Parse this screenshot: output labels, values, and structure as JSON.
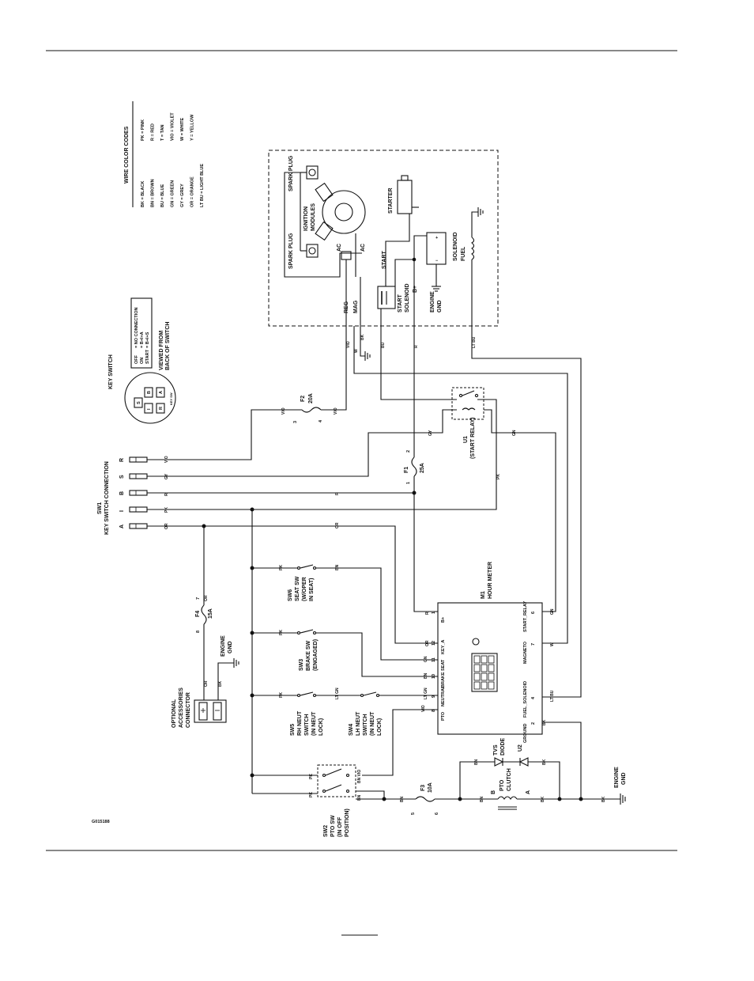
{
  "drawing_id": "G015188",
  "wire_color_codes": {
    "title": "WIRE COLOR CODES",
    "left": [
      "BK = BLACK",
      "BN = BROWN",
      "BU = BLUE",
      "GN = GREEN",
      "GY = GREY",
      "OR = ORANGE",
      "LT BU = LIGHT BLUE"
    ],
    "right": [
      "PK = PINK",
      "R = RED",
      "T = TAN",
      "VIO = VIOLET",
      "W = WHITE",
      "Y = YELLOW"
    ]
  },
  "key_switch": {
    "title": "KEY SWITCH",
    "viewed_from": [
      "VIEWED FROM",
      "BACK OF SWITCH"
    ],
    "positions": [
      {
        "pos": "OFF",
        "conn": "= NO CONNECTION"
      },
      {
        "pos": "ON",
        "conn": "= B+I+A"
      },
      {
        "pos": "START",
        "conn": "= B+I+S"
      }
    ],
    "terminals": [
      "S",
      "B",
      "R",
      "I",
      "A"
    ],
    "label": "KEY SW"
  },
  "sw1": {
    "title": "SW1",
    "subtitle": "KEY SWITCH CONNECTION",
    "pins": [
      {
        "letter": "R",
        "wire": "VIO"
      },
      {
        "letter": "S",
        "wire": "GY"
      },
      {
        "letter": "B",
        "wire": "R"
      },
      {
        "letter": "I",
        "wire": "PK"
      },
      {
        "letter": "A",
        "wire": "OR"
      }
    ]
  },
  "fuses": [
    {
      "id": "F1",
      "rating": "25A",
      "pin_a": "1",
      "pin_b": "2"
    },
    {
      "id": "F2",
      "rating": "20A",
      "pin_a": "3",
      "pin_b": "4"
    },
    {
      "id": "F3",
      "rating": "10A",
      "pin_a": "5",
      "pin_b": "6"
    },
    {
      "id": "F4",
      "rating": "15A",
      "pin_a": "8",
      "pin_b": "7"
    }
  ],
  "engine": {
    "spark_plug": "SPARK PLUG",
    "ignition_modules": [
      "IGNITION",
      "MODULES"
    ],
    "ac": "AC",
    "starter": "STARTER",
    "start": "START",
    "start_solenoid": [
      "START",
      "SOLENOID"
    ],
    "b_plus": "B+",
    "fuel_solenoid": [
      "FUEL",
      "SOLENOID"
    ],
    "engine_gnd": [
      "ENGINE",
      "GND"
    ],
    "reg": "REG",
    "mag": "MAG"
  },
  "start_relay": [
    "U1",
    "(START RELAY)"
  ],
  "hour_meter": {
    "title": [
      "M1",
      "HOUR METER"
    ],
    "left_pins": [
      {
        "pin": "B+",
        "num": "1"
      },
      {
        "pin": "KEY_A",
        "num": "12"
      },
      {
        "pin": "SEAT",
        "num": "11"
      },
      {
        "pin": "BRAKE",
        "num": "10"
      },
      {
        "pin": "NEUTRAL",
        "num": "9"
      },
      {
        "pin": "PTO",
        "num": "8"
      }
    ],
    "right_pins": [
      {
        "pin": "START_RELAY",
        "num": "6"
      },
      {
        "pin": "MAGNETO",
        "num": "7"
      },
      {
        "pin": "FUEL_SOLENOID",
        "num": "4"
      },
      {
        "pin": "GROUND",
        "num": "2"
      }
    ]
  },
  "switches": [
    {
      "id": "SW6",
      "lines": [
        "SW6",
        "SEAT SW",
        "(W/OPER",
        "IN SEAT)"
      ]
    },
    {
      "id": "SW3",
      "lines": [
        "SW3",
        "BRAKE SW",
        "(ENGAGED)"
      ]
    },
    {
      "id": "SW5",
      "lines": [
        "SW5",
        "RH NEUT",
        "SWITCH",
        "(IN NEUT",
        "LOCK)"
      ]
    },
    {
      "id": "SW4",
      "lines": [
        "SW4",
        "LH NEUT",
        "SWITCH",
        "(IN NEUT",
        "LOCK)"
      ]
    },
    {
      "id": "SW2",
      "lines": [
        "SW2",
        "PTO SW",
        "(IN OFF",
        "POSITION)"
      ]
    }
  ],
  "accessories": [
    "OPTIONAL",
    "ACCESSORIES",
    "CONNECTOR"
  ],
  "engine_gnd_label": [
    "ENGINE",
    "GND"
  ],
  "tvs_diode": [
    "TVS",
    "DIODE"
  ],
  "u2": "U2",
  "pto_clutch": [
    "PTO",
    "CLUTCH"
  ],
  "pto_clutch_a": "A",
  "pto_clutch_b": "B",
  "wires": {
    "vio": "VIO",
    "gy": "GY",
    "r": "R",
    "pk": "PK",
    "or": "OR",
    "gn": "GN",
    "bn": "BN",
    "bk": "BK",
    "w": "W",
    "bu": "BU",
    "ltbu": "LT BU",
    "ltgn": "LT GN"
  }
}
